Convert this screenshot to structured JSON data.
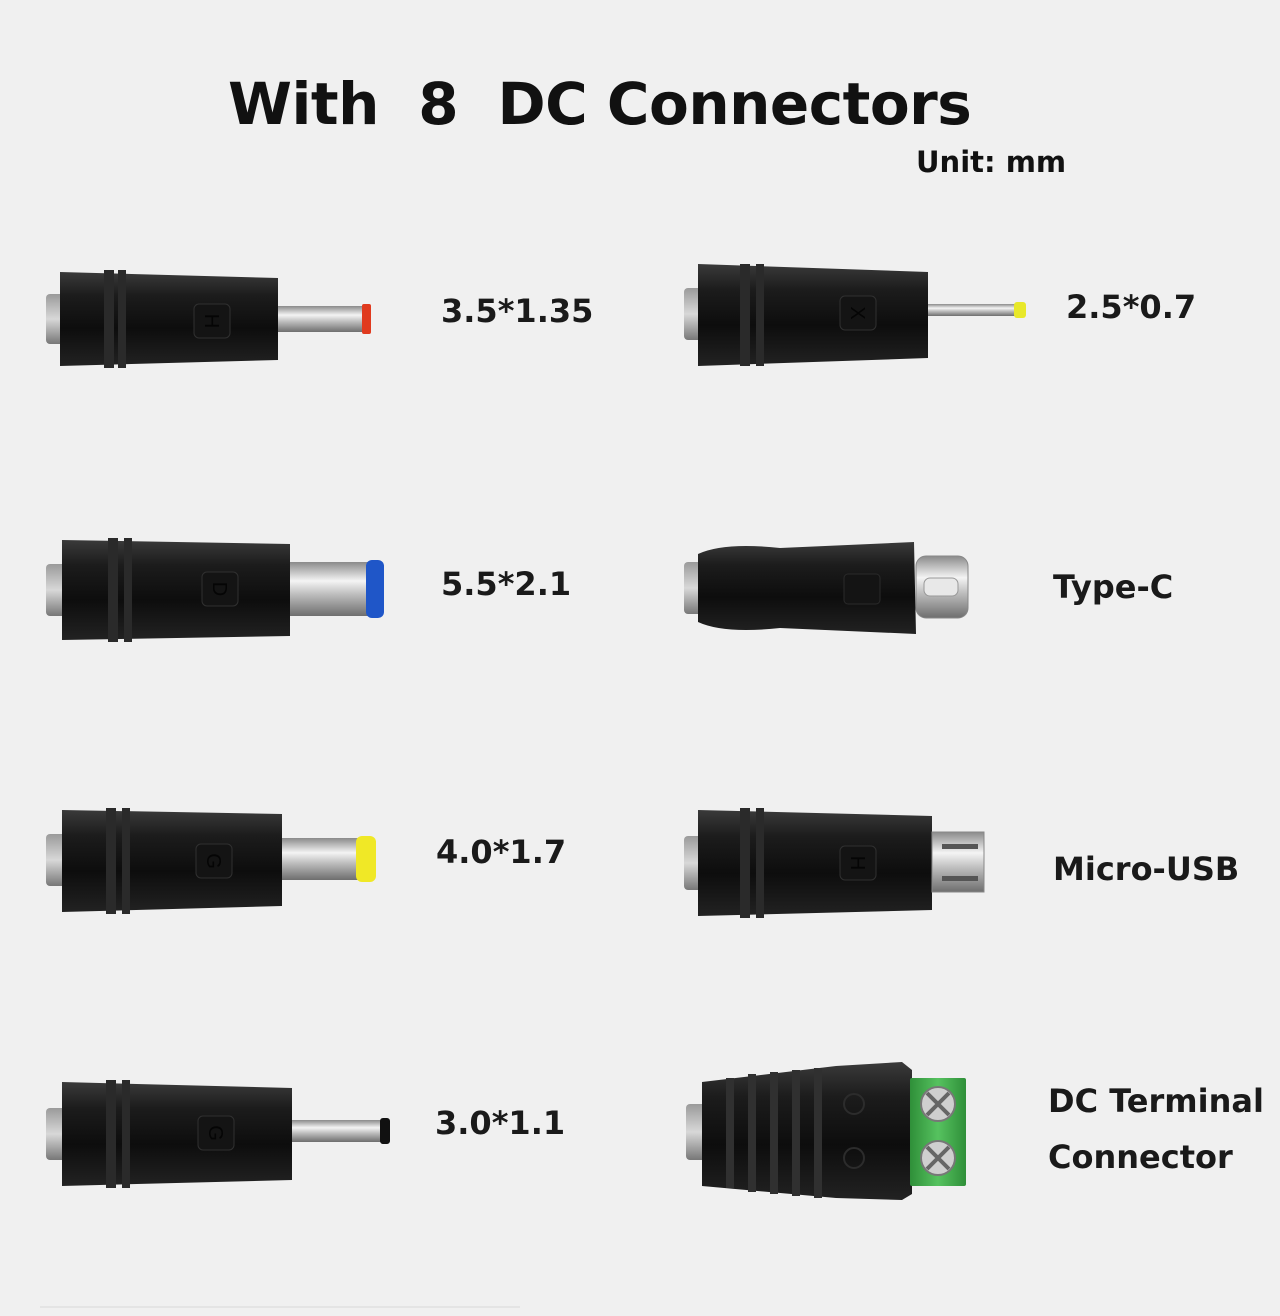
{
  "title": "With  8  DC Connectors",
  "unit": "Unit: mm",
  "connectors": [
    {
      "label": "3.5*1.35",
      "tip_color": "#e03a1e",
      "body_letter": "H"
    },
    {
      "label": "2.5*0.7",
      "tip_color": "#e8e82a",
      "body_letter": "X"
    },
    {
      "label": "5.5*2.1",
      "tip_color": "#1f56c8",
      "body_letter": "D"
    },
    {
      "label": "Type-C",
      "body_letter": ""
    },
    {
      "label": "4.0*1.7",
      "tip_color": "#f0e826",
      "body_letter": "G"
    },
    {
      "label": "Micro-USB",
      "body_letter": "H"
    },
    {
      "label": "3.0*1.1",
      "tip_color": "#111111",
      "body_letter": "G"
    },
    {
      "label_line1": "DC Terminal",
      "label_line2": "Connector",
      "terminal_color": "#3fae4a"
    }
  ]
}
